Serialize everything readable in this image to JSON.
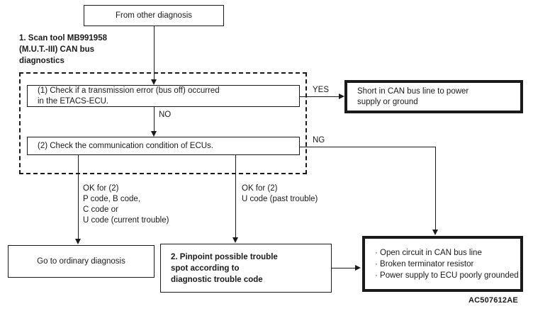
{
  "diagram": {
    "figure_code": "AC507612AE",
    "section_heading": "1. Scan tool MB991958\n(M.U.T.-III) CAN bus\ndiagnostics",
    "nodes": {
      "start": "From other diagnosis",
      "step1": "(1) Check if a transmission error (bus off) occurred\nin the ETACS-ECU.",
      "step2": "(2) Check the communication condition of ECUs.",
      "short_result": "Short in CAN bus line to power\nsupply or ground",
      "ordinary": "Go to ordinary diagnosis",
      "pinpoint": "2. Pinpoint possible trouble\nspot according to\ndiagnostic trouble code",
      "causes": "· Open circuit in CAN bus line\n· Broken terminator resistor\n· Power supply to ECU poorly grounded"
    },
    "edge_labels": {
      "yes": "YES",
      "no": "NO",
      "ng": "NG",
      "ok_left": "OK for (2)\nP code, B code,\nC code or\nU code (current trouble)",
      "ok_mid": "OK for (2)\nU code (past trouble)"
    },
    "colors": {
      "ink": "#1a1a1a",
      "paper": "#ffffff"
    }
  }
}
